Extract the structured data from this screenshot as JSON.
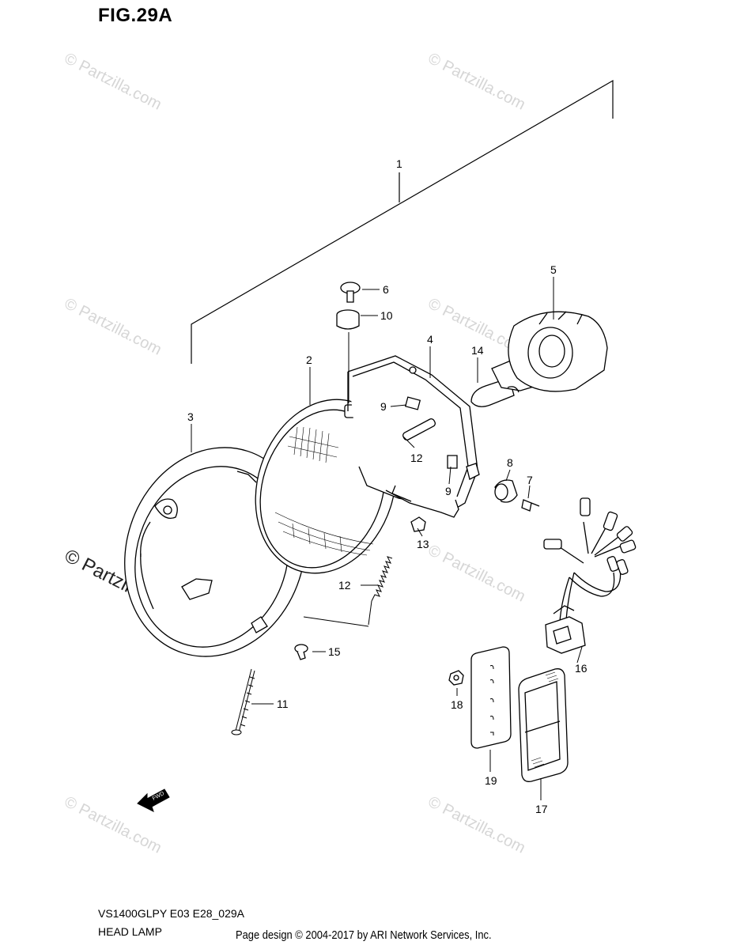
{
  "figure": {
    "title": "FIG.29A",
    "model_code": "VS1400GLPY E03 E28_029A",
    "section_name": "HEAD LAMP",
    "credit": "Page design © 2004-2017 by ARI Network Services, Inc."
  },
  "watermark": {
    "text": "© Partzilla.com"
  },
  "direction_marker": {
    "text": "FWD"
  },
  "callouts": {
    "c1": "1",
    "c2": "2",
    "c3": "3",
    "c4": "4",
    "c5": "5",
    "c6": "6",
    "c7": "7",
    "c8": "8",
    "c9a": "9",
    "c9b": "9",
    "c10": "10",
    "c11": "11",
    "c12a": "12",
    "c12b": "12",
    "c13": "13",
    "c14": "14",
    "c15": "15",
    "c16": "16",
    "c17": "17",
    "c18": "18",
    "c19": "19"
  }
}
